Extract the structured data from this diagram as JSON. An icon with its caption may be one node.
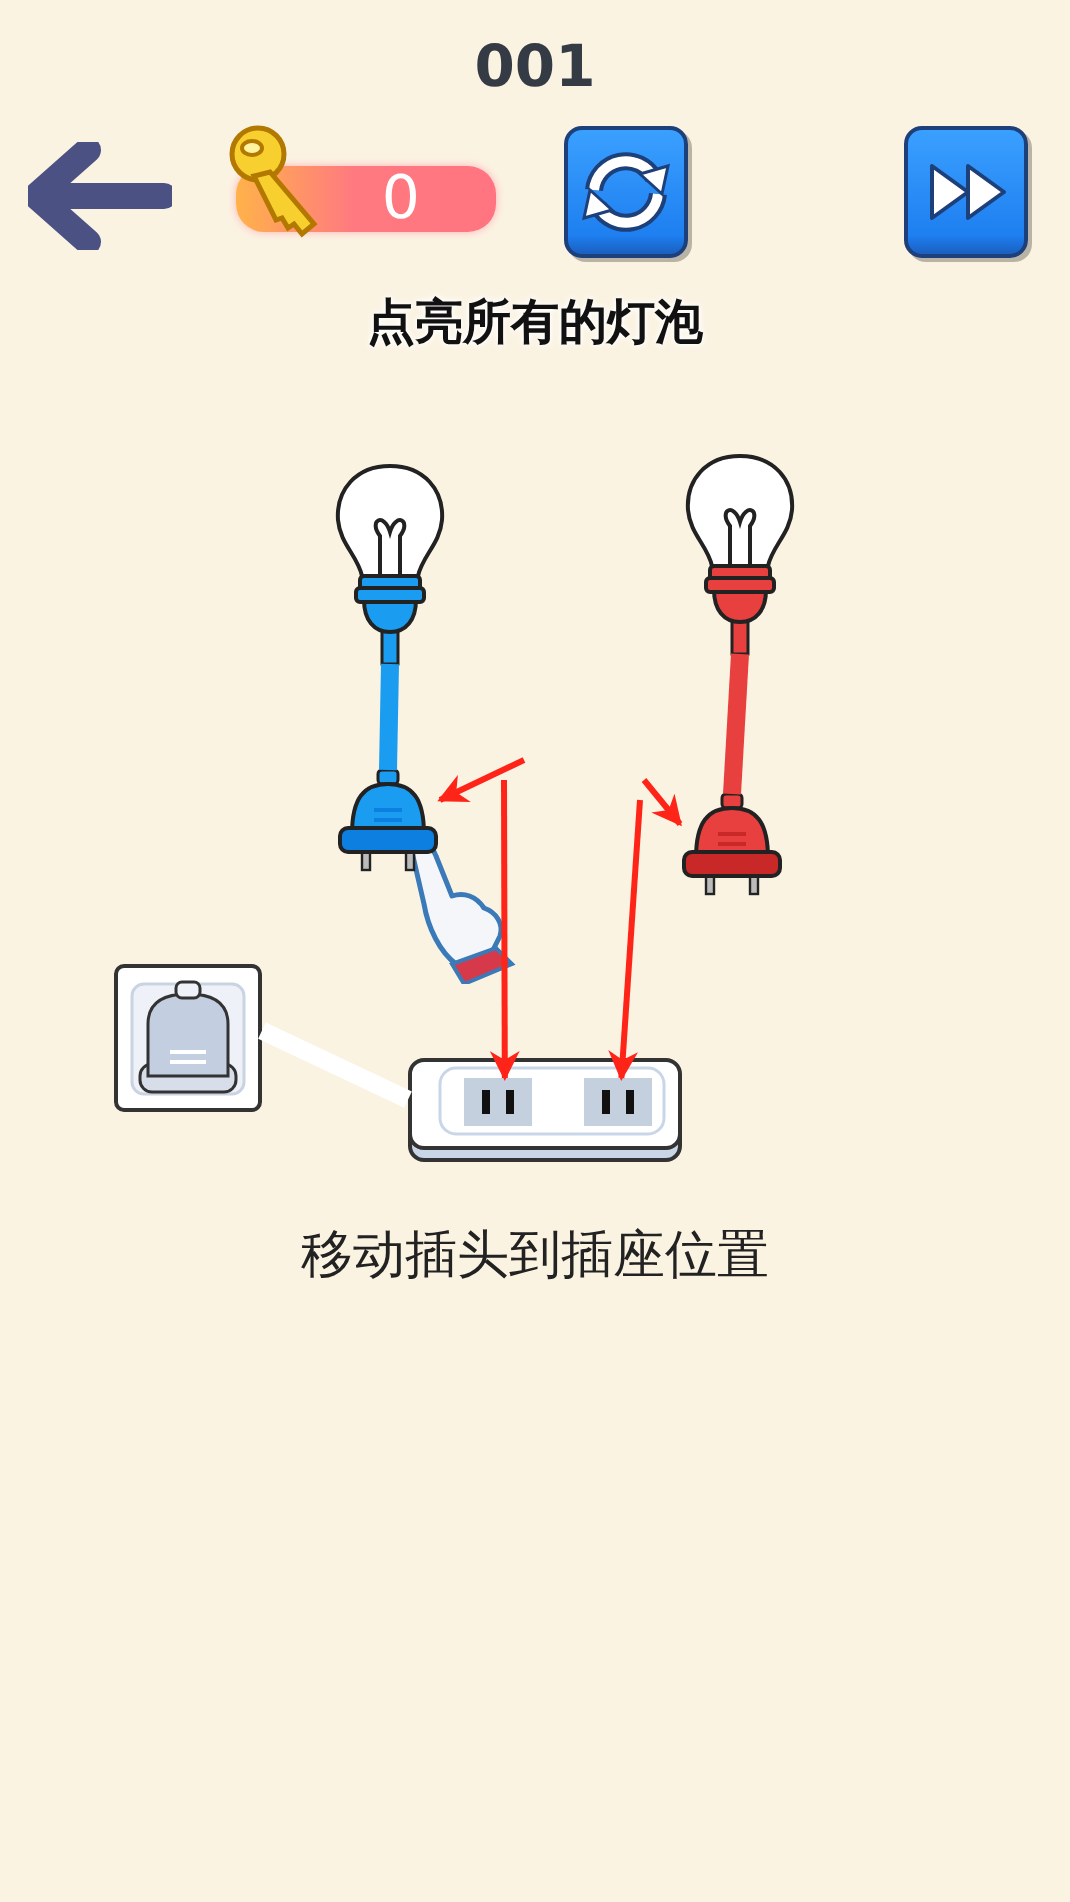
{
  "diagram": {
    "title": "001",
    "nodes": [
      {
        "text": [],
        "shape": "picture"
      },
      {
        "text": [],
        "shape": "picture"
      },
      {
        "text": [],
        "shape": "picture"
      },
      {
        "text": [],
        "shape": "picture"
      },
      {
        "text": [],
        "shape": "picture"
      },
      {
        "text": [],
        "shape": "picture"
      },
      {
        "text": [],
        "shape": "box",
        "in": 5
      },
      {
        "text": [],
        "shape": "box",
        "in": 5
      }
    ],
    "edges": [
      {
        "from": 0,
        "to": 1,
        "arrow": "none",
        "style": "thick",
        "color": "#1a9cf0"
      },
      {
        "from": 2,
        "to": 3,
        "arrow": "none",
        "style": "thick",
        "color": "#e8403f"
      },
      {
        "from": 4,
        "to": 5,
        "arrow": "none",
        "style": "thick",
        "color": "#ffffff"
      },
      {
        "from": null,
        "to": 1,
        "arrow": "to"
      },
      {
        "from": null,
        "to": 3,
        "arrow": "to"
      },
      {
        "from": null,
        "to": 6,
        "arrow": "to"
      },
      {
        "from": null,
        "to": 7,
        "arrow": "to"
      }
    ],
    "labels": [
      "0",
      "点亮所有的灯泡",
      "移动插头到插座位置"
    ]
  }
}
